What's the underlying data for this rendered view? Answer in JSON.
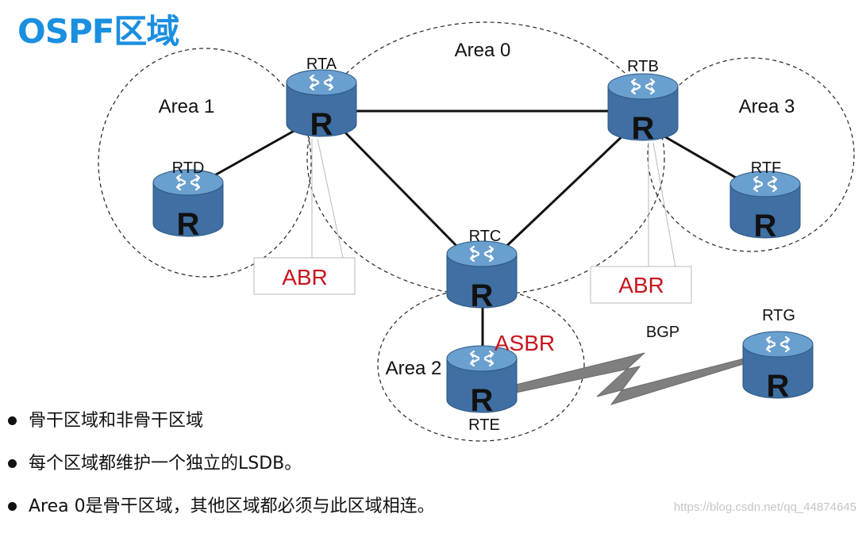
{
  "title": "OSPF区域",
  "areas": [
    {
      "id": "area0",
      "label": "Area 0"
    },
    {
      "id": "area1",
      "label": "Area 1"
    },
    {
      "id": "area2",
      "label": "Area 2"
    },
    {
      "id": "area3",
      "label": "Area 3"
    }
  ],
  "routers": [
    {
      "id": "RTA",
      "label": "RTA",
      "icon": "router-icon",
      "glyph": "R"
    },
    {
      "id": "RTB",
      "label": "RTB",
      "icon": "router-icon",
      "glyph": "R"
    },
    {
      "id": "RTC",
      "label": "RTC",
      "icon": "router-icon",
      "glyph": "R"
    },
    {
      "id": "RTD",
      "label": "RTD",
      "icon": "router-icon",
      "glyph": "R"
    },
    {
      "id": "RTE",
      "label": "RTE",
      "icon": "router-icon",
      "glyph": "R"
    },
    {
      "id": "RTF",
      "label": "RTF",
      "icon": "router-icon",
      "glyph": "R"
    },
    {
      "id": "RTG",
      "label": "RTG",
      "icon": "router-icon",
      "glyph": "R"
    }
  ],
  "links": [
    {
      "from": "RTA",
      "to": "RTB"
    },
    {
      "from": "RTA",
      "to": "RTC"
    },
    {
      "from": "RTB",
      "to": "RTC"
    },
    {
      "from": "RTA",
      "to": "RTD"
    },
    {
      "from": "RTB",
      "to": "RTF"
    },
    {
      "from": "RTC",
      "to": "RTE"
    }
  ],
  "roles": {
    "abr_left": "ABR",
    "abr_right": "ABR",
    "asbr": "ASBR"
  },
  "bgp_label": "BGP",
  "colors": {
    "title": "#1a8fe0",
    "role": "#c8141e",
    "router_top": "#6aa0cf",
    "router_body": "#3f6fa3",
    "bgp_bolt": "#7f7f7f"
  },
  "bullets": [
    "骨干区域和非骨干区域",
    "每个区域都维护一个独立的LSDB。",
    "Area 0是骨干区域，其他区域都必须与此区域相连。"
  ],
  "watermark": "https://blog.csdn.net/qq_44874645"
}
